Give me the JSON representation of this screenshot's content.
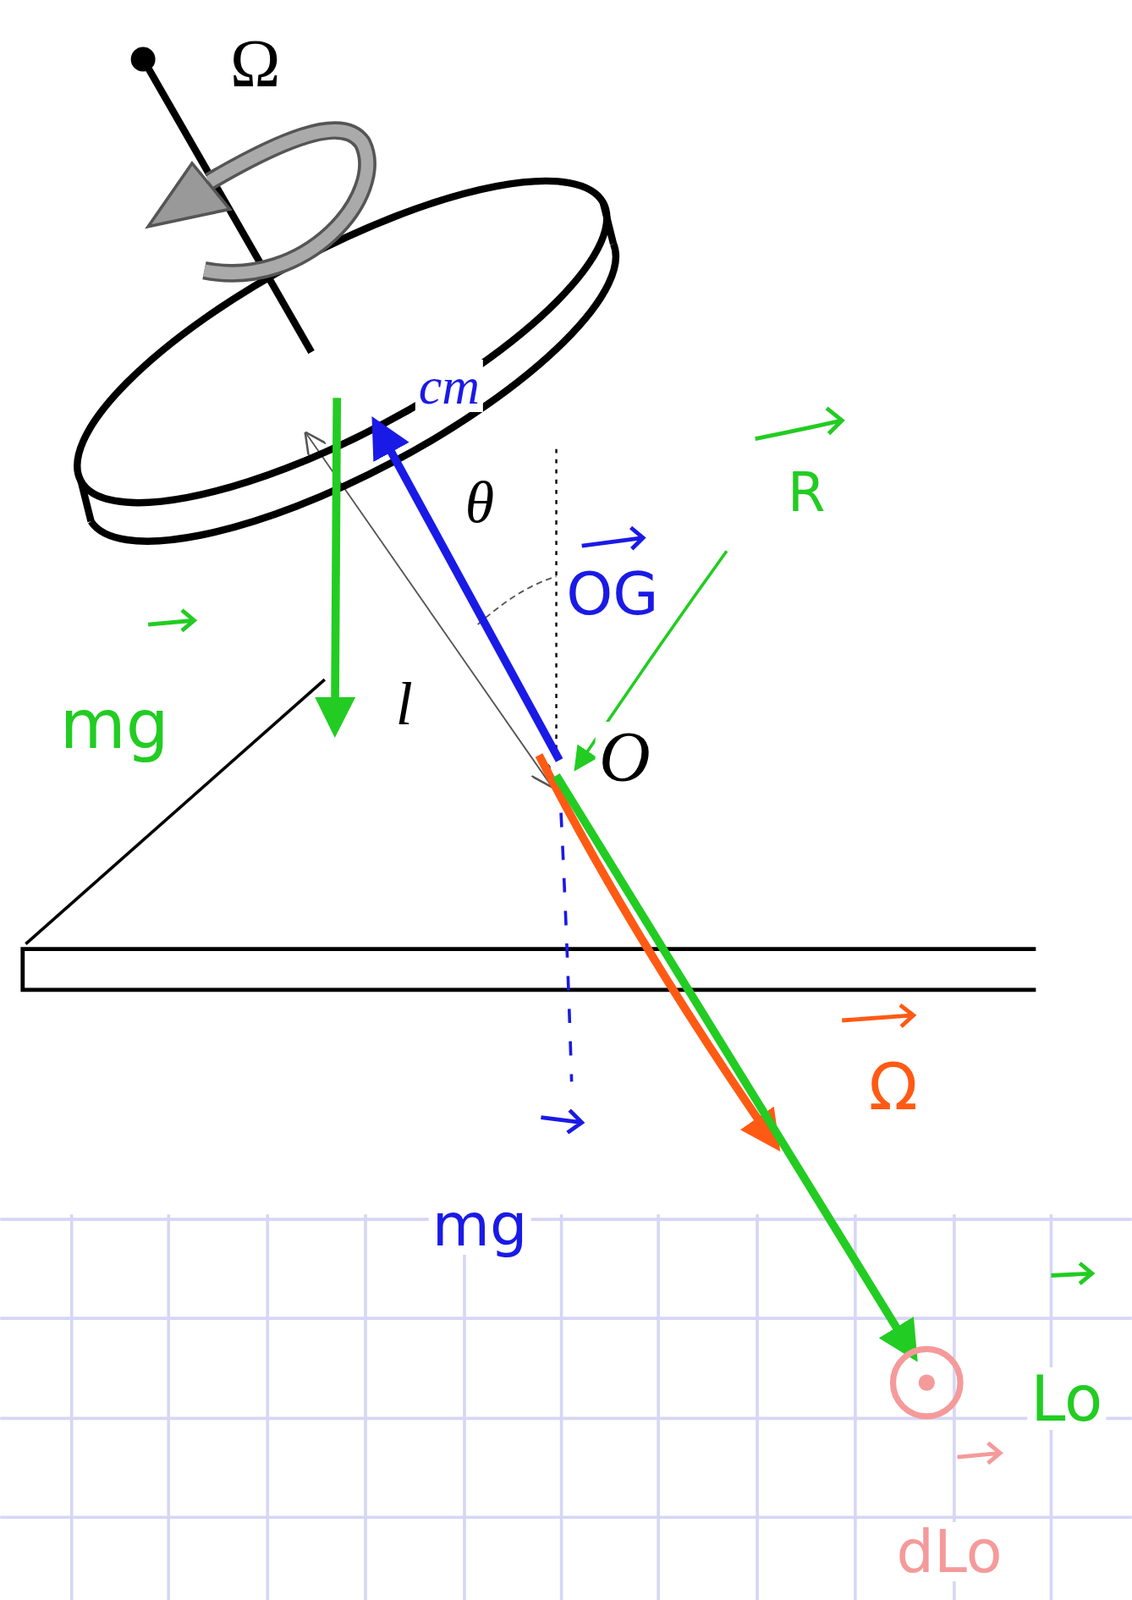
{
  "diagram": {
    "labels": [
      "Ω",
      "cm",
      "θ",
      "OG",
      "R",
      "mg",
      "l",
      "O",
      "Ω",
      "mg",
      "Lo",
      "dLo"
    ]
  }
}
